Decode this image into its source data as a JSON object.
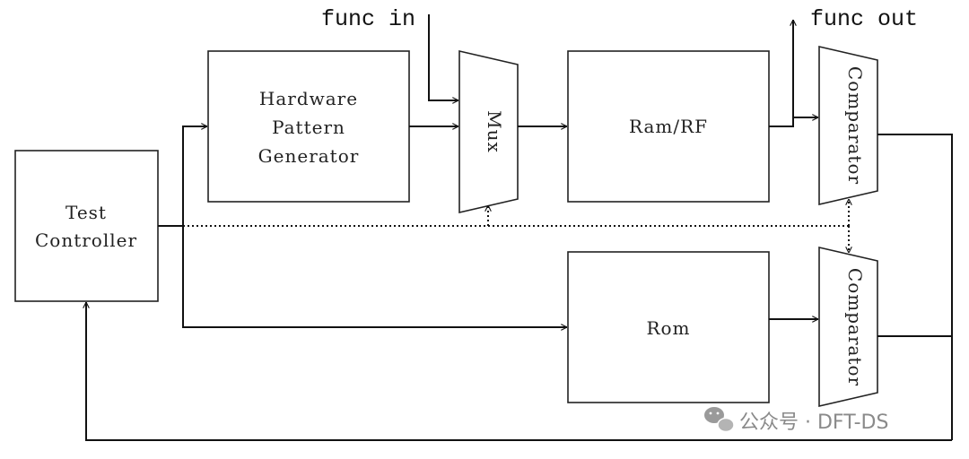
{
  "blocks": {
    "test_controller": {
      "line1": "Test",
      "line2": "Controller"
    },
    "hw_pattern_gen": {
      "line1": "Hardware",
      "line2": "Pattern",
      "line3": "Generator"
    },
    "mux": {
      "label": "Mux"
    },
    "ram_rf": {
      "label": "Ram/RF"
    },
    "rom": {
      "label": "Rom"
    },
    "comparator_top": {
      "label": "Comparator"
    },
    "comparator_bottom": {
      "label": "Comparator"
    }
  },
  "signals": {
    "func_in": "func in",
    "func_out": "func out"
  },
  "watermark": {
    "text": "公众号 · DFT-DS"
  }
}
